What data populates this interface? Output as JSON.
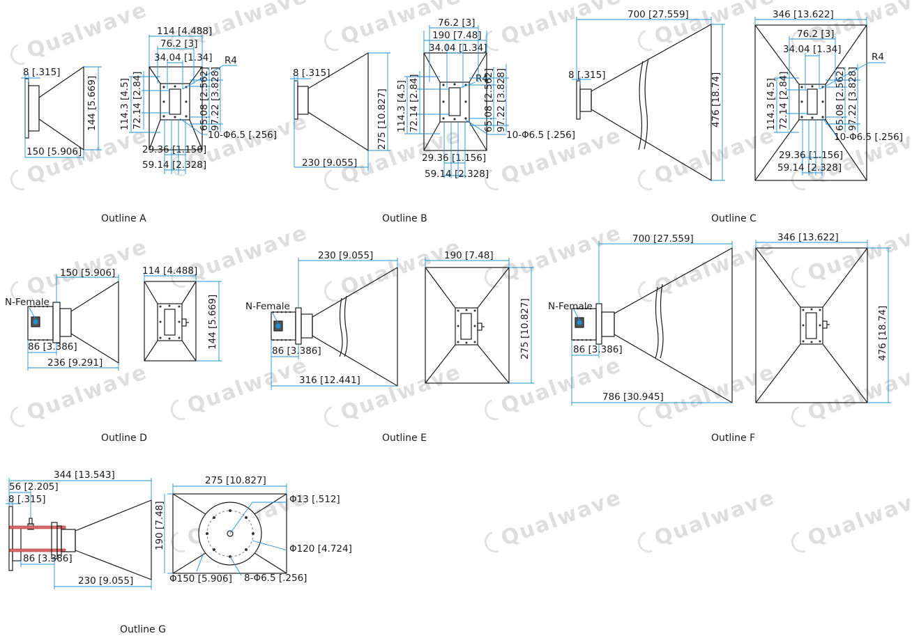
{
  "watermark": {
    "text": "Qualwave"
  },
  "outlines": {
    "A": {
      "caption": "Outline A",
      "side": {
        "flange": "8 [.315]",
        "height": "144 [5.669]",
        "length": "150 [5.906]"
      },
      "front": {
        "width": "114 [4.488]",
        "w76": "76.2 [3]",
        "w34": "34.04 [1.34]",
        "radius": "R4",
        "h114": "114.3 [4.5]",
        "h72": "72.14 [2.84]",
        "h65": "65.08 [2.562]",
        "h97": "97.22 [3.828]",
        "holes": "10-Φ6.5 [.256]",
        "b29": "29.36 [1.156]",
        "b59": "59.14 [2.328]"
      }
    },
    "B": {
      "caption": "Outline B",
      "side": {
        "flange": "8 [.315]",
        "height": "275 [10.827]",
        "length": "230 [9.055]"
      },
      "front": {
        "w76": "76.2 [3]",
        "width": "190 [7.48]",
        "w34": "34.04 [1.34]",
        "radius": "R4",
        "h114": "114.3 [4.5]",
        "h72": "72.14 [2.84]",
        "h65": "65.08 [2.562]",
        "h97": "97.22 [3.828]",
        "holes": "10-Φ6.5 [.256]",
        "b29": "29.36 [1.156]",
        "b59": "59.14 [2.328]"
      }
    },
    "C": {
      "caption": "Outline C",
      "side": {
        "length": "700 [27.559]",
        "flange": "8 [.315]",
        "height": "476 [18.74]"
      },
      "front": {
        "width": "346 [13.622]",
        "w76": "76.2 [3]",
        "w34": "34.04 [1.34]",
        "radius": "R4",
        "h114": "114.3 [4.5]",
        "h72": "72.14 [2.84]",
        "h65": "65.08 [2.562]",
        "h97": "97.22 [3.828]",
        "holes": "10-Φ6.5 [.256]",
        "b29": "29.36 [1.156]",
        "b59": "59.14 [2.328]"
      }
    },
    "D": {
      "caption": "Outline D",
      "side": {
        "horn": "150 [5.906]",
        "connector": "N-Female",
        "adapter": "86 [3.386]",
        "total": "236 [9.291]"
      },
      "front": {
        "width": "114 [4.488]",
        "height": "144 [5.669]"
      }
    },
    "E": {
      "caption": "Outline E",
      "side": {
        "horn": "230 [9.055]",
        "connector": "N-Female",
        "adapter": "86 [3.386]",
        "total": "316 [12.441]"
      },
      "front": {
        "width": "190 [7.48]",
        "height": "275 [10.827]"
      }
    },
    "F": {
      "caption": "Outline F",
      "side": {
        "horn": "700 [27.559]",
        "connector": "N-Female",
        "adapter": "86 [3.386]",
        "total": "786 [30.945]"
      },
      "front": {
        "width": "346 [13.622]",
        "height": "476 [18.74]"
      }
    },
    "G": {
      "caption": "Outline G",
      "side": {
        "total": "344 [13.543]",
        "d56": "56 [2.205]",
        "flange": "8 [.315]",
        "adapter": "86 [3.386]",
        "horn": "230 [9.055]"
      },
      "front": {
        "width": "275 [10.827]",
        "height": "190 [7.48]",
        "hole13": "Φ13 [.512]",
        "pcd": "Φ120 [4.724]",
        "d150": "Φ150 [5.906]",
        "holes": "8-Φ6.5 [.256]"
      }
    }
  }
}
